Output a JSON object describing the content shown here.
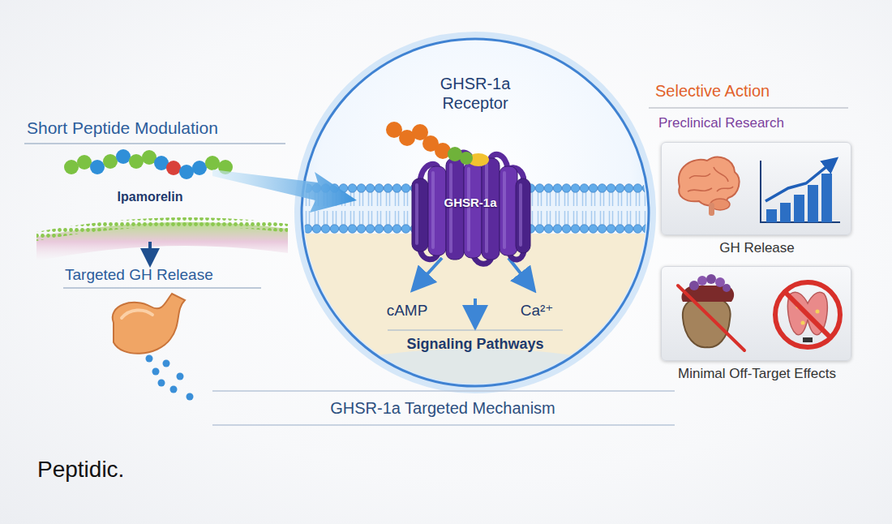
{
  "diagram": {
    "nodes": [
      {
        "text": [
          "GHSR-1a Receptor"
        ]
      },
      {
        "text": [
          "GHSR-1a"
        ],
        "in": 0
      },
      {
        "text": [
          "GH Release"
        ]
      },
      {
        "text": [
          "Minimal Off-Target Effects"
        ]
      }
    ],
    "labels": [
      "Short Peptide Modulation",
      "Ipamorelin",
      "Targeted GH Release",
      "cAMP",
      "Ca²⁺",
      "Signaling Pathways",
      "GHSR-1a Targeted Mechanism",
      "Selective Action",
      "Preclinical Research",
      "Peptidic."
    ]
  }
}
